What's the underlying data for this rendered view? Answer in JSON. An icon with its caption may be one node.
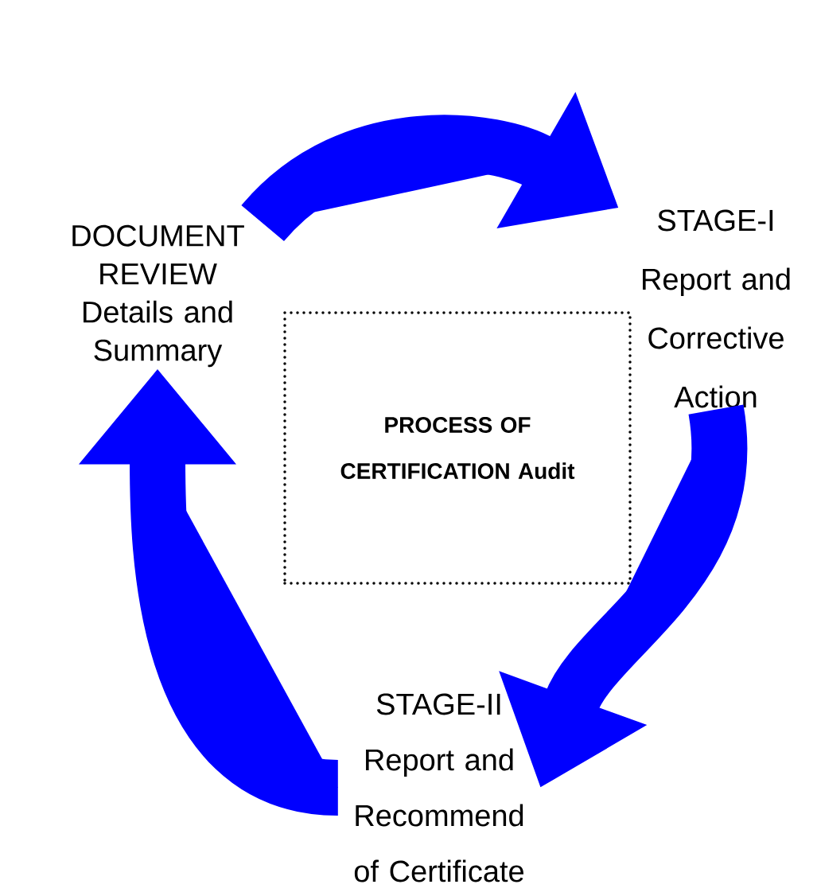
{
  "diagram": {
    "nodes": [
      {
        "text": [
          "DOCUMENT REVIEW",
          "Details and Summary"
        ]
      },
      {
        "text": [
          "STAGE-I",
          "Report and Corrective Action"
        ]
      },
      {
        "text": [
          "STAGE-II",
          "Report and Recommend of Certificate"
        ]
      },
      {
        "text": [
          "PROCESS OF CERTIFICATION Audit"
        ]
      }
    ],
    "edges": [
      {
        "from": 0,
        "to": 1,
        "arrow": "to"
      },
      {
        "from": 1,
        "to": 2,
        "arrow": "to"
      },
      {
        "from": 2,
        "to": 0,
        "arrow": "to"
      }
    ]
  }
}
